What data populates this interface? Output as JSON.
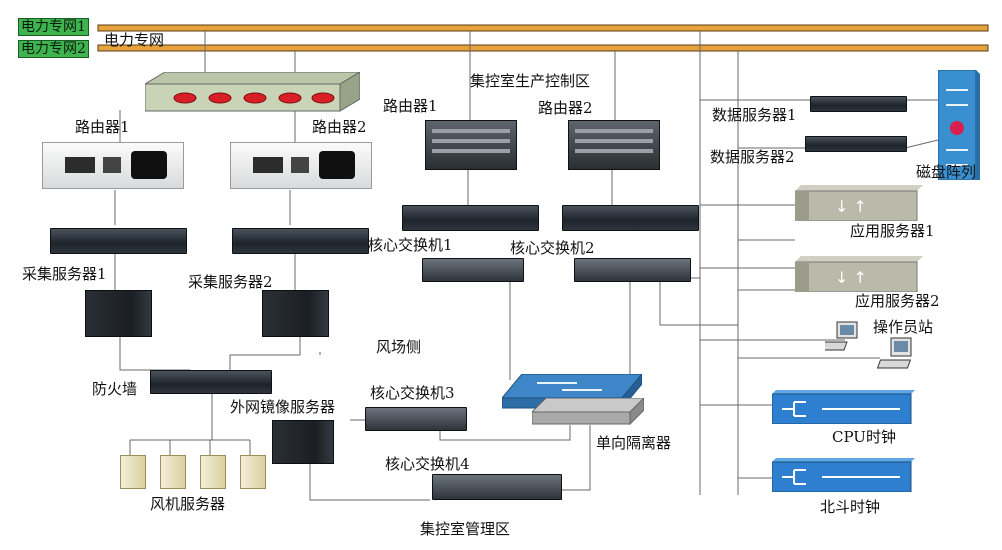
{
  "buses": {
    "bus1": "电力专网1",
    "bus2": "电力专网2",
    "caption": "电力专网"
  },
  "zones": {
    "production": "集控室生产控制区",
    "wind_side": "风场侧",
    "management": "集控室管理区"
  },
  "left": {
    "router1": "路由器1",
    "router2": "路由器2",
    "collect1": "采集服务器1",
    "collect2": "采集服务器2",
    "firewall": "防火墙",
    "mirror": "外网镜像服务器",
    "turbine": "风机服务器"
  },
  "center": {
    "router1": "路由器1",
    "router2": "路由器2",
    "core1": "核心交换机1",
    "core2": "核心交换机2",
    "core3": "核心交换机3",
    "core4": "核心交换机4",
    "isolator": "单向隔离器"
  },
  "right": {
    "data1": "数据服务器1",
    "data2": "数据服务器2",
    "disk": "磁盘阵列",
    "app1": "应用服务器1",
    "app2": "应用服务器2",
    "operator": "操作员站",
    "cpu_clock": "CPU时钟",
    "beidou_clock": "北斗时钟"
  },
  "colors": {
    "bus": "#e6a23c",
    "tag_bg": "#3fb34f",
    "switch_blue": "#3f86c8",
    "clock_blue": "#2f7fd0"
  }
}
